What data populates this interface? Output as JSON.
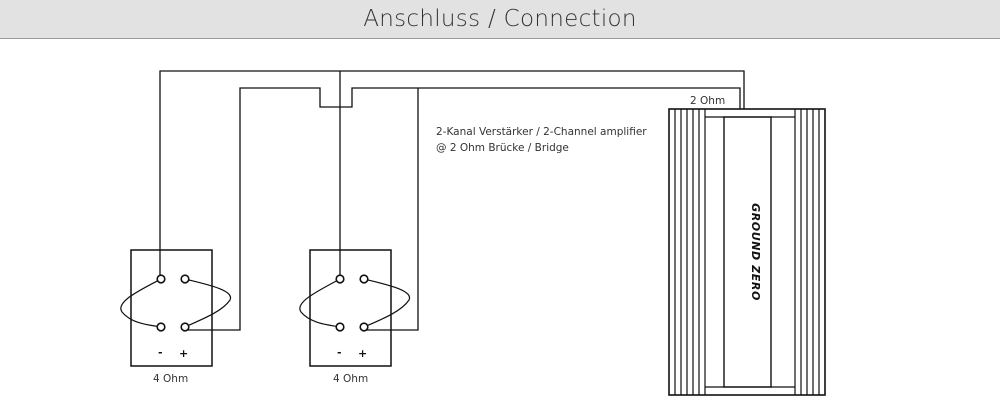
{
  "header": {
    "title": "Anschluss / Connection"
  },
  "diagram": {
    "amplifier_description_line1": "2-Kanal Verstärker / 2-Channel amplifier",
    "amplifier_description_line2": "@ 2 Ohm Brücke / Bridge",
    "amplifier_load_label": "2 Ohm",
    "amplifier_brand": "GROUND ZERO",
    "speakers": [
      {
        "impedance_label": "4 Ohm",
        "minus_label": "-",
        "plus_label": "+"
      },
      {
        "impedance_label": "4 Ohm",
        "minus_label": "-",
        "plus_label": "+"
      }
    ]
  }
}
